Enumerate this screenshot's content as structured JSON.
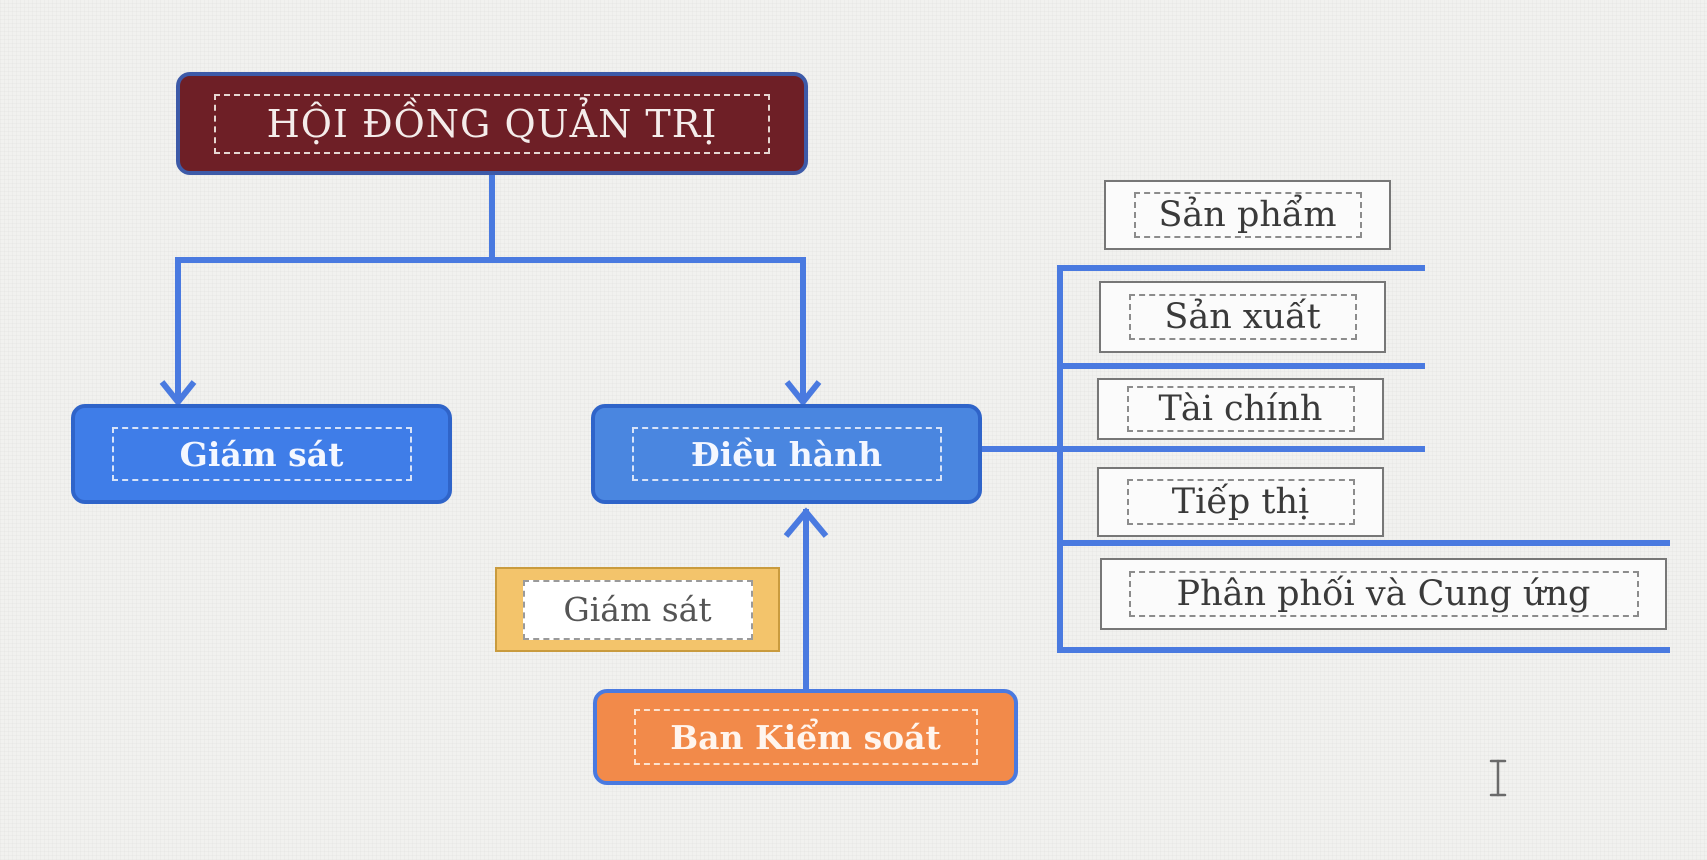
{
  "diagram": {
    "board": "HỘI ĐỒNG QUẢN TRỊ",
    "supervision": "Giám sát",
    "executive": "Điều hành",
    "supervision_note": "Giám sát",
    "audit_board": "Ban Kiểm soát",
    "departments": [
      "Sản phẩm",
      "Sản xuất",
      "Tài chính",
      "Tiếp thị",
      "Phân phối và Cung ứng"
    ]
  },
  "colors": {
    "connector": "#4a7ae0",
    "board_fill": "#6e1f26",
    "blue_fill": "#3f7de8",
    "audit_fill": "#f28a4a",
    "note_fill": "#f3c46b"
  },
  "icons": {
    "cursor": "text-cursor-icon"
  }
}
